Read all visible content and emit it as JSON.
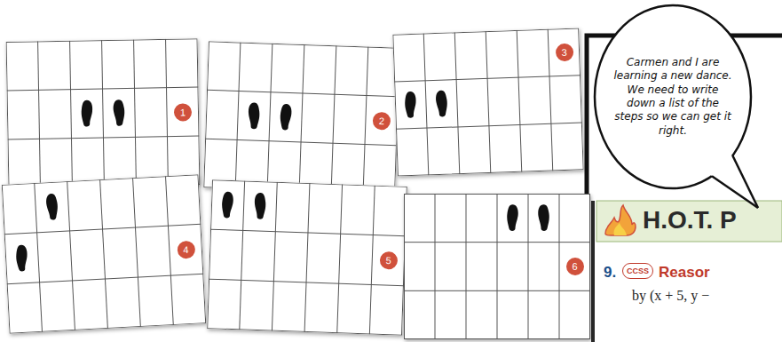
{
  "diagram": {
    "nodes": [
      {
        "text": [
          "1"
        ]
      },
      {
        "text": [
          "2"
        ]
      },
      {
        "text": [
          "3"
        ]
      },
      {
        "text": [
          "Carmen and I are learning a new dance. We need to write down a list of the steps so we can get it right."
        ]
      },
      {
        "text": [
          "4"
        ]
      },
      {
        "text": [
          "5"
        ]
      },
      {
        "text": [
          "6"
        ]
      },
      {
        "text": [
          "H.O.T. P"
        ]
      }
    ],
    "labels": [
      "9.",
      "CCSS",
      "Reasor",
      "by (x + 5, y −"
    ]
  }
}
